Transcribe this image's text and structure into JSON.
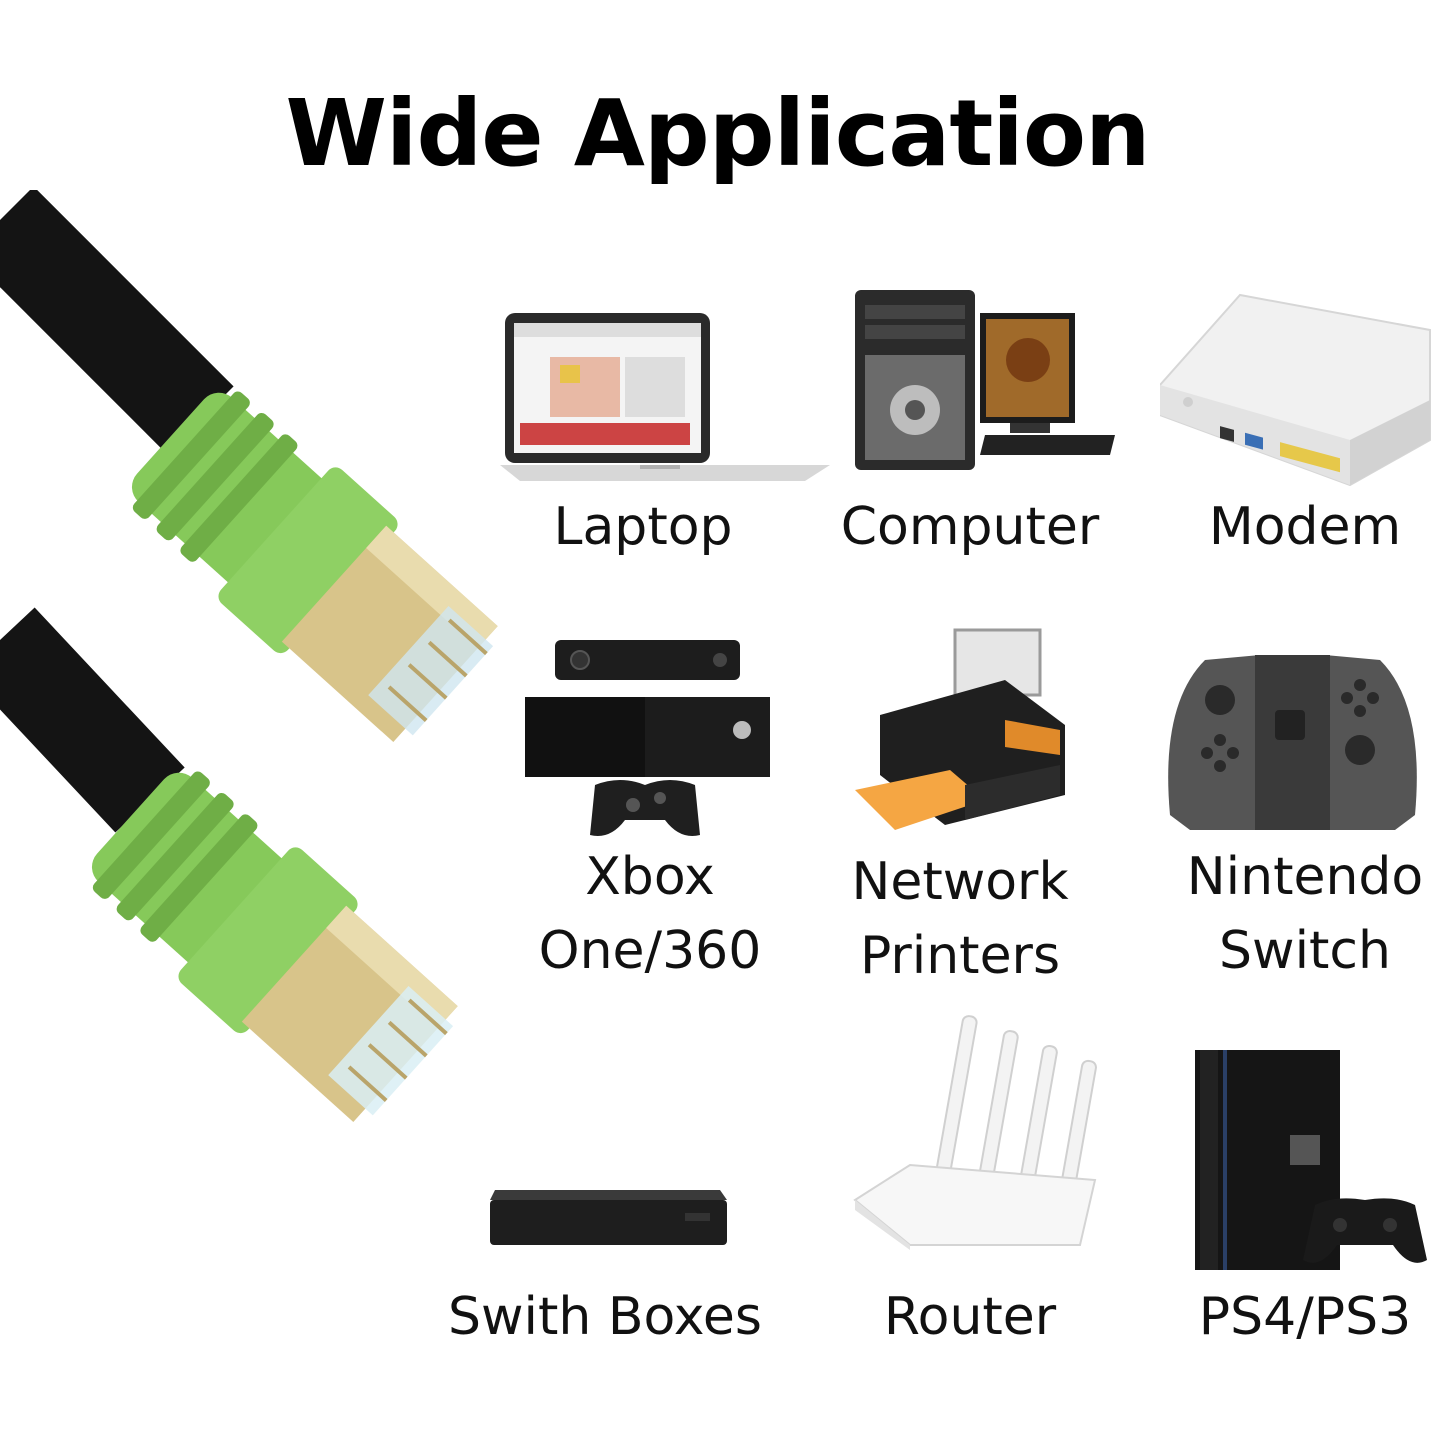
{
  "title": "Wide Application",
  "colors": {
    "boot_green": "#86c95a",
    "cable_black": "#141414",
    "gold": "#d8c48a",
    "label": "#111111"
  },
  "devices": [
    {
      "icon": "laptop-icon",
      "label": [
        "Laptop"
      ]
    },
    {
      "icon": "computer-icon",
      "label": [
        "Computer"
      ]
    },
    {
      "icon": "modem-icon",
      "label": [
        "Modem"
      ]
    },
    {
      "icon": "xbox-icon",
      "label": [
        "Xbox",
        "One/360"
      ]
    },
    {
      "icon": "printer-icon",
      "label": [
        "Network",
        "Printers"
      ]
    },
    {
      "icon": "nintendo-switch-icon",
      "label": [
        "Nintendo",
        "Switch"
      ]
    },
    {
      "icon": "switch-box-icon",
      "label": [
        "Swith Boxes"
      ]
    },
    {
      "icon": "router-icon",
      "label": [
        "Router"
      ]
    },
    {
      "icon": "ps4-icon",
      "label": [
        "PS4/PS3"
      ]
    }
  ]
}
